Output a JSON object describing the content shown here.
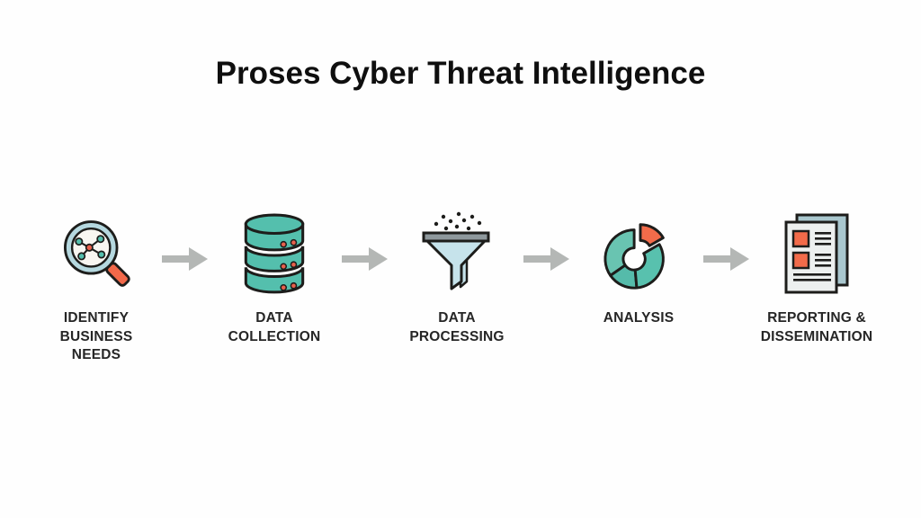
{
  "title": "Proses Cyber Threat Intelligence",
  "steps": [
    {
      "label": "IDENTIFY\nBUSINESS\nNEEDS",
      "icon": "magnifier-network-icon"
    },
    {
      "label": "DATA\nCOLLECTION",
      "icon": "database-icon"
    },
    {
      "label": "DATA\nPROCESSING",
      "icon": "funnel-icon"
    },
    {
      "label": "ANALYSIS",
      "icon": "donut-chart-icon"
    },
    {
      "label": "REPORTING &\nDISSEMINATION",
      "icon": "documents-icon"
    }
  ],
  "colors": {
    "teal": "#54bfad",
    "teal_light": "#69c4b1",
    "teal_dark": "#55bbaa",
    "orange": "#f2694a",
    "lens_ring_blue": "#b5d8df",
    "lens_inner": "#f8f6f1",
    "funnel_blue": "#c6e3eb",
    "rim_gray": "#8e989c",
    "arrow_gray": "#b4b7b5",
    "doc_back": "#a9c7ce",
    "doc_front": "#edf0ef",
    "outline_black": "#1d1d1b",
    "label_text": "#262626",
    "title_text": "#0f0f0f",
    "background": "#ffffff"
  }
}
